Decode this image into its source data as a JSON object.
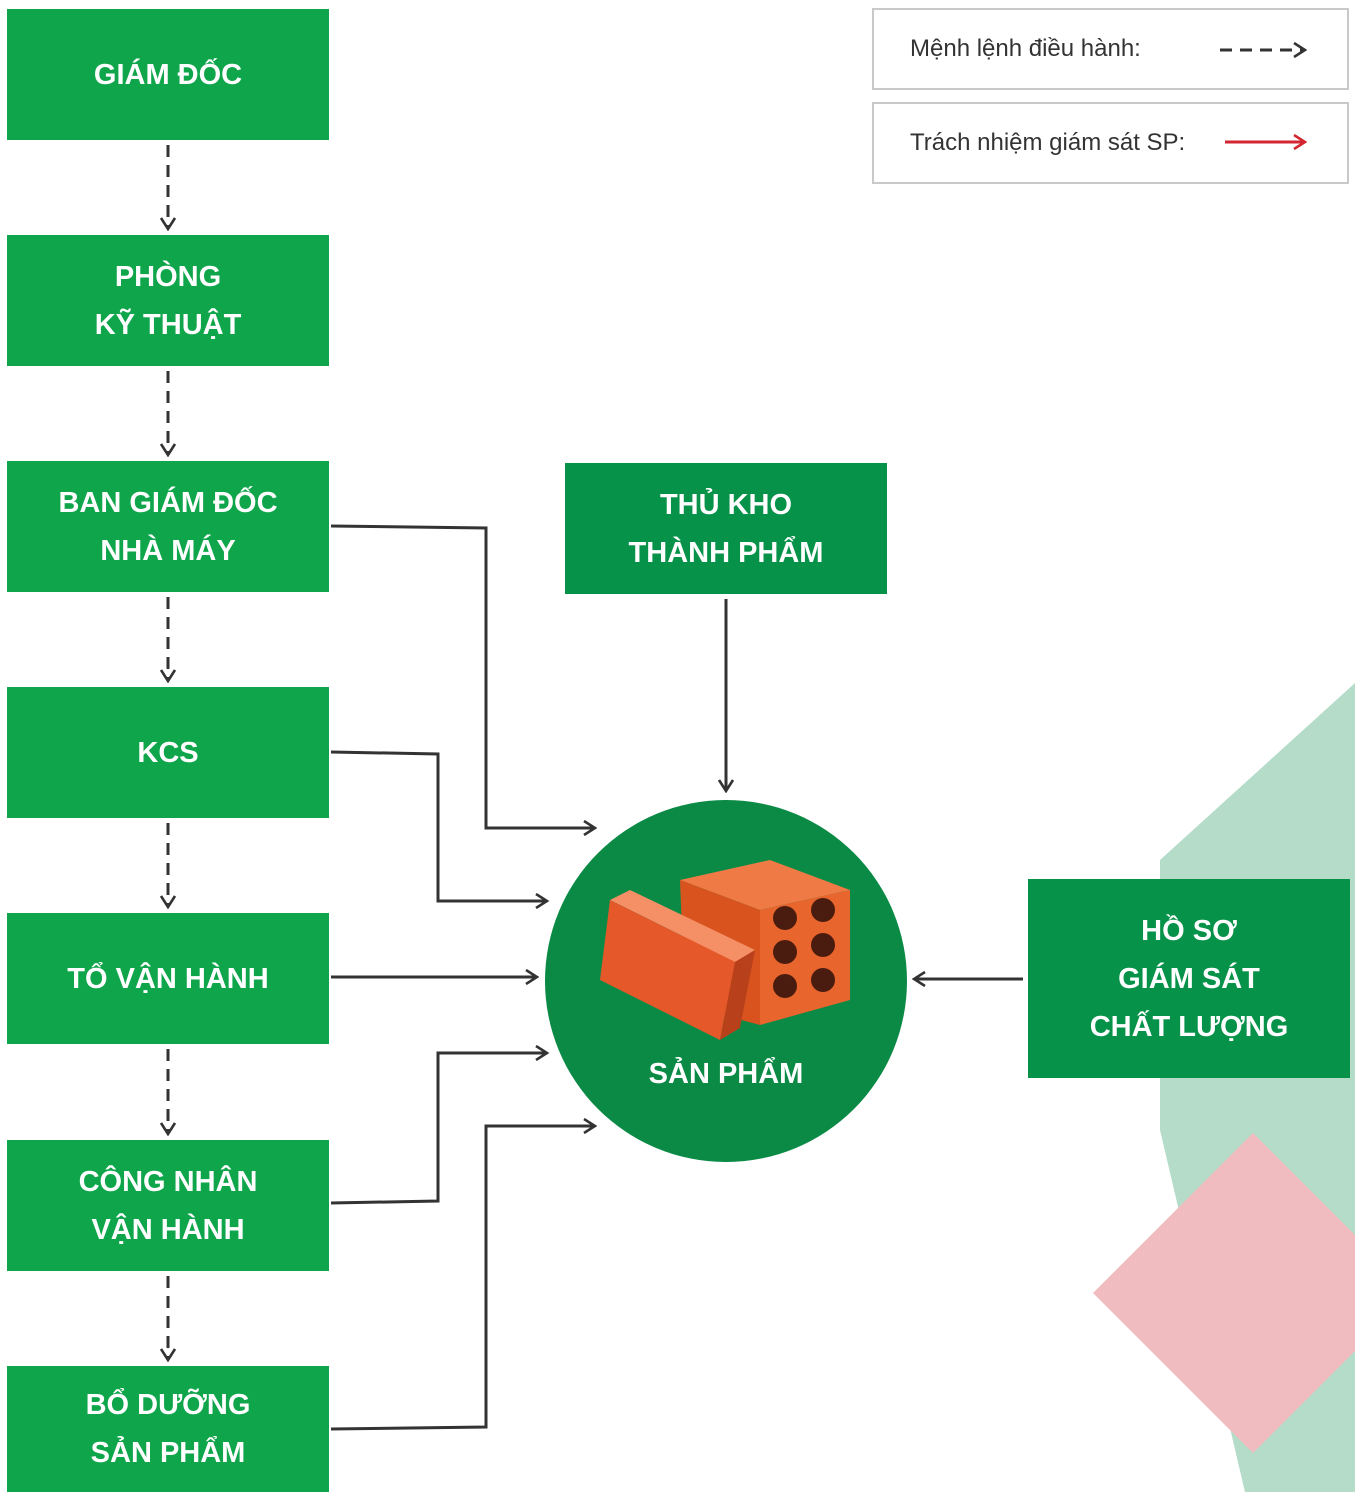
{
  "legend": {
    "command_label": "Mệnh lệnh điều hành:",
    "supervision_label": "Trách nhiệm giám sát SP:"
  },
  "nodes": {
    "giam_doc": [
      "GIÁM ĐỐC"
    ],
    "phong_ky_thuat": [
      "PHÒNG",
      "KỸ THUẬT"
    ],
    "ban_giam_doc": [
      "BAN GIÁM ĐỐC",
      "NHÀ MÁY"
    ],
    "kcs": [
      "KCS"
    ],
    "to_van_hanh": [
      "TỔ VẬN HÀNH"
    ],
    "cong_nhan": [
      "CÔNG NHÂN",
      "VẬN HÀNH"
    ],
    "bo_duong": [
      "BỔ DƯỠNG",
      "SẢN PHẨM"
    ],
    "thu_kho": [
      "THỦ KHO",
      "THÀNH PHẨM"
    ],
    "ho_so": [
      "HỒ SƠ",
      "GIÁM SÁT",
      "CHẤT LƯỢNG"
    ]
  },
  "product": {
    "label": "SẢN PHẨM",
    "image": "brick-products-image"
  },
  "colors": {
    "box_green": "#0ea54b",
    "circle_green": "#0a8a45",
    "arrow_dark": "#333333",
    "legend_red": "#d22630",
    "deco_green": "#b4dcc9",
    "deco_pink": "#f1bcbf"
  }
}
